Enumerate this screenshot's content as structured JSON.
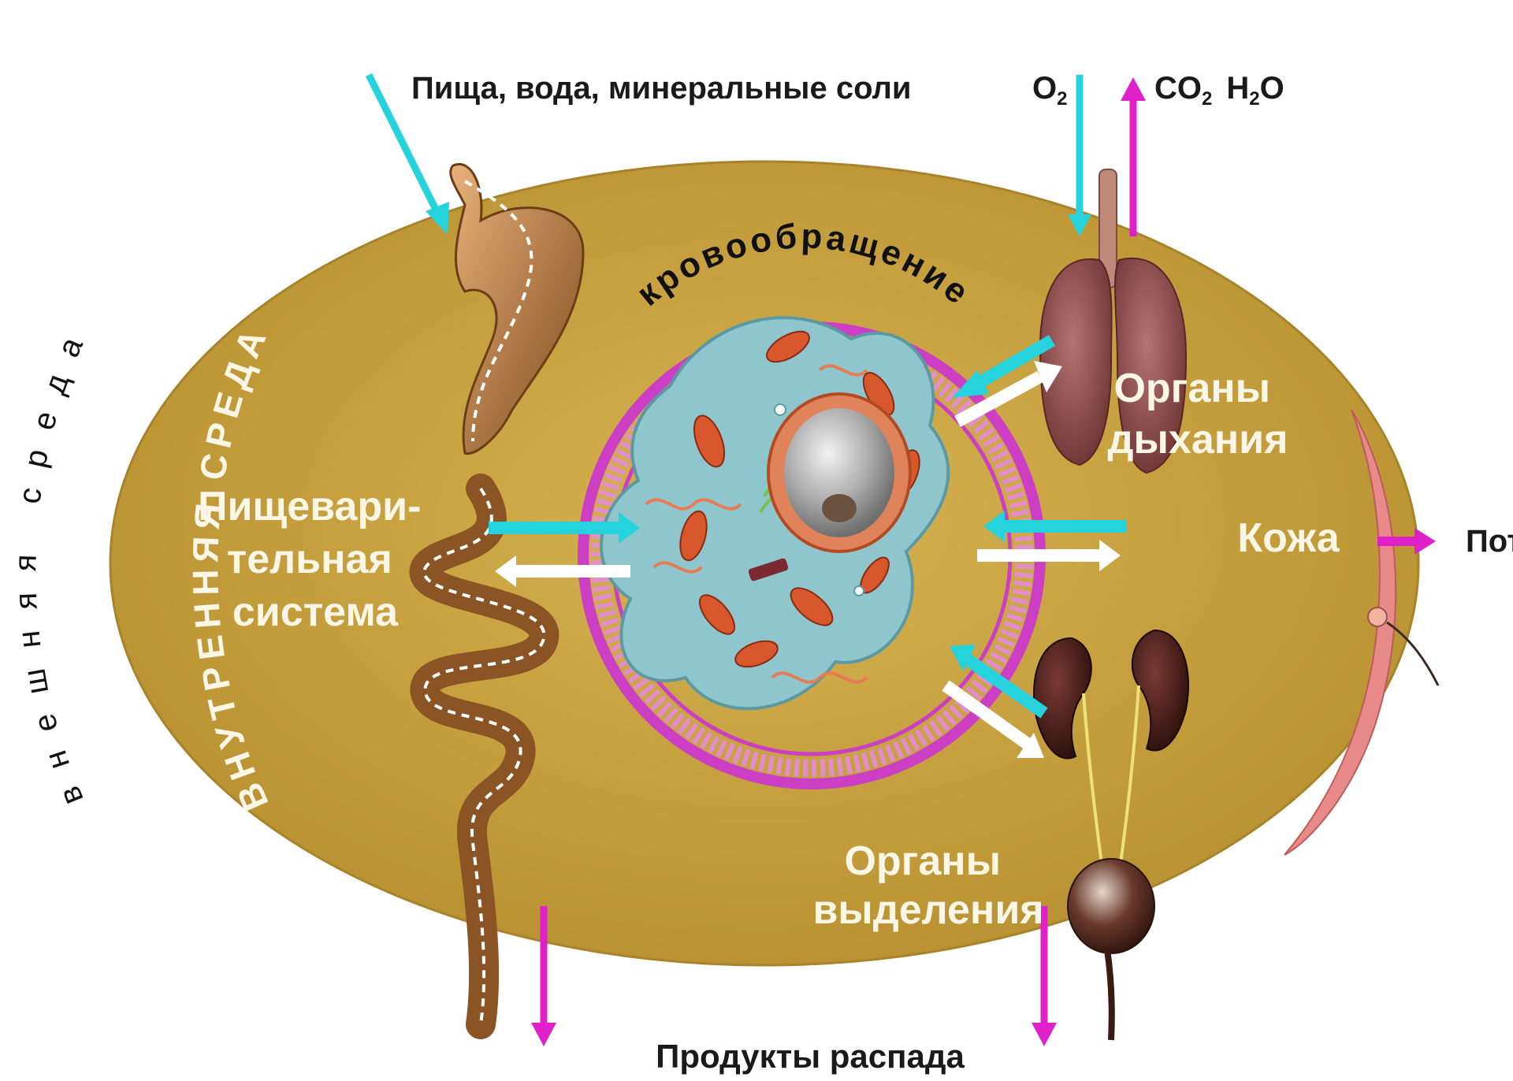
{
  "labels": {
    "food_input": "Пища, вода, минеральные соли",
    "o2": "O",
    "o2_sub": "2",
    "co2": "CO",
    "co2_sub": "2",
    "h2o_h": "H",
    "h2o_sub": "2",
    "h2o_o": "O",
    "digestive_1": "Пищевари-",
    "digestive_2": "тельная",
    "digestive_3": "система",
    "respiratory_1": "Органы",
    "respiratory_2": "дыхания",
    "skin": "Кожа",
    "sweat": "Пот",
    "excretory_1": "Органы",
    "excretory_2": "выделения",
    "decay_products": "Продукты распада"
  },
  "arc_labels": {
    "circulation": "кровообращение",
    "internal_env": "ВНУТРЕННЯЯ СРЕДА",
    "external_env": "внешняя среда"
  },
  "colors": {
    "oval": "#c9a23c",
    "oval_edge": "#a8832a",
    "intake_arrow": "#25d3dd",
    "output_arrow": "#e021c9",
    "exchange_white": "#ffffff",
    "vessel_ring": "#cc3ec4",
    "cell": "#8fc6cd",
    "organelle": "#d8572c"
  }
}
